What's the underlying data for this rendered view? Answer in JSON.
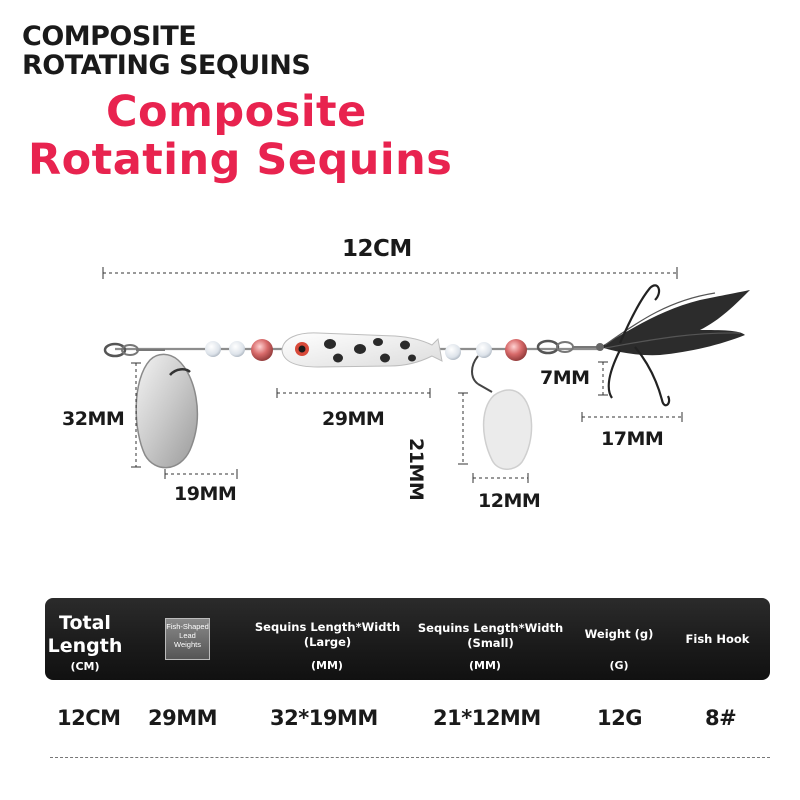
{
  "header": {
    "title_line1": "COMPOSITE",
    "title_line2": "ROTATING SEQUINS",
    "subtitle_line1": "Composite",
    "subtitle_line2": "Rotating Sequins"
  },
  "dimensions": {
    "total_length": "12CM",
    "large_sequin_length": "32MM",
    "large_sequin_width": "19MM",
    "body_length": "29MM",
    "small_sequin_length": "21MM",
    "small_sequin_width": "12MM",
    "hook_gap": "7MM",
    "hook_length": "17MM"
  },
  "table": {
    "headers": {
      "total_length_1": "Total",
      "total_length_2": "Length",
      "total_length_unit": "(CM)",
      "lead_1": "Fish-Shaped",
      "lead_2": "Lead",
      "lead_3": "Weights",
      "large_1": "Sequins Length*Width",
      "large_2": "(Large)",
      "large_unit": "(MM)",
      "small_1": "Sequins Length*Width",
      "small_2": "(Small)",
      "small_unit": "(MM)",
      "weight": "Weight (g)",
      "weight_unit": "(G)",
      "hook": "Fish Hook"
    },
    "row": {
      "total_length": "12CM",
      "lead": "29MM",
      "large": "32*19MM",
      "small": "21*12MM",
      "weight": "12G",
      "hook": "8#"
    }
  },
  "colors": {
    "accent": "#e8234f",
    "text": "#1a1a1a",
    "bar": "#1a1a1a"
  }
}
